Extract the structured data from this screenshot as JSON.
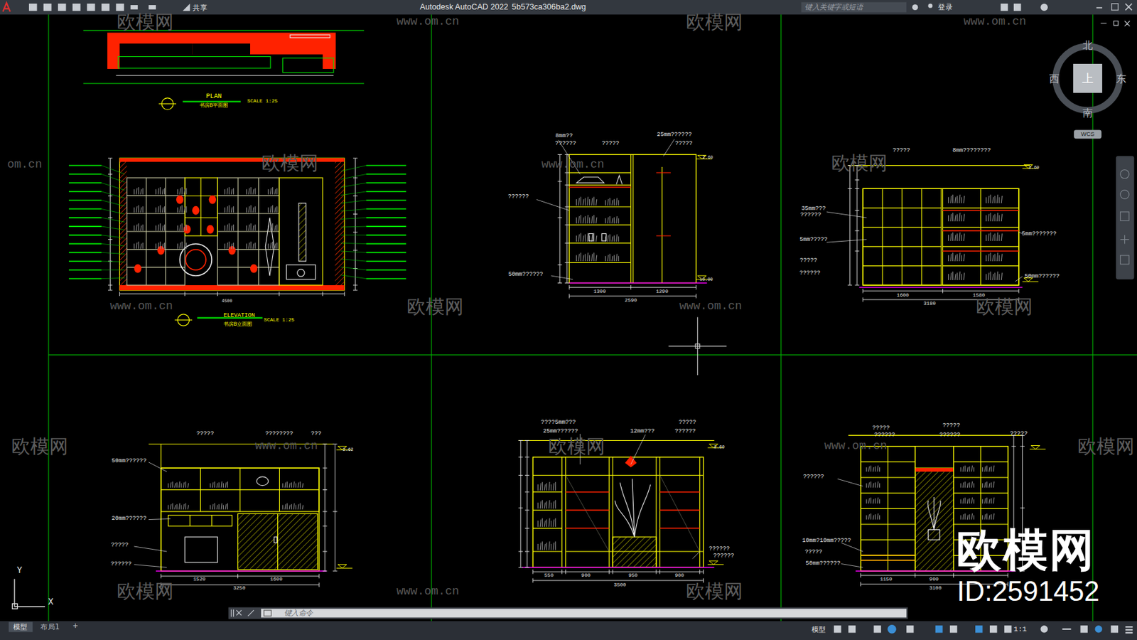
{
  "diagram": {
    "labels": [
      "Autodesk AutoCAD 2022",
      "5b573ca306ba2.dwg",
      "共享",
      "键入关键字或短语",
      "登录",
      "北",
      "西",
      "上",
      "东",
      "南",
      "WCS",
      "PLAN",
      "书房B平面图",
      "SCALE 1:25",
      "ELEVATION",
      "书房B立面图",
      "SCALE 1:25",
      "4500",
      "8mm??",
      "??????",
      "?????",
      "25mm??????",
      "?????",
      "??????",
      "50mm??????",
      "2.60",
      "±0.00",
      "1300",
      "1290",
      "2590",
      "?????",
      "8mm????????",
      "35mm???",
      "??????",
      "5mm?????",
      "?????",
      "??????",
      "5mm???????",
      "50mm??????",
      "2.60",
      "1600",
      "1580",
      "3180",
      "?????",
      "????????",
      "???",
      "50mm??????",
      "20mm??????",
      "?????",
      "??????",
      "2.62",
      "1520",
      "1600",
      "3250",
      "????5mm???",
      "25mm??????",
      "12mm???",
      "?????",
      "??????",
      "2.60",
      "??????",
      "??????",
      "550",
      "900",
      "950",
      "900",
      "3500",
      "?????",
      "??????",
      "?????",
      "??????",
      "?????",
      "??????",
      "10mm?10mm?????",
      "?????",
      "50mm??????",
      "1150",
      "900",
      "3100",
      "欧模网",
      "欧模网",
      "欧模网",
      "欧模网",
      "欧模网",
      "欧模网",
      "欧模网",
      "欧模网",
      "欧模网",
      "欧模网",
      "欧模网",
      "www.om.cn",
      "www.om.cn",
      "om.cn",
      "www.om.cn",
      "www.om.cn",
      "www.om.cn",
      "www.om.cn",
      "www.om.cn",
      "www.om.cn",
      "欧模网",
      "ID:2591452",
      "键入命令",
      "模型",
      "布局1",
      "+",
      "模型",
      "1:1",
      "Y",
      "X"
    ]
  }
}
